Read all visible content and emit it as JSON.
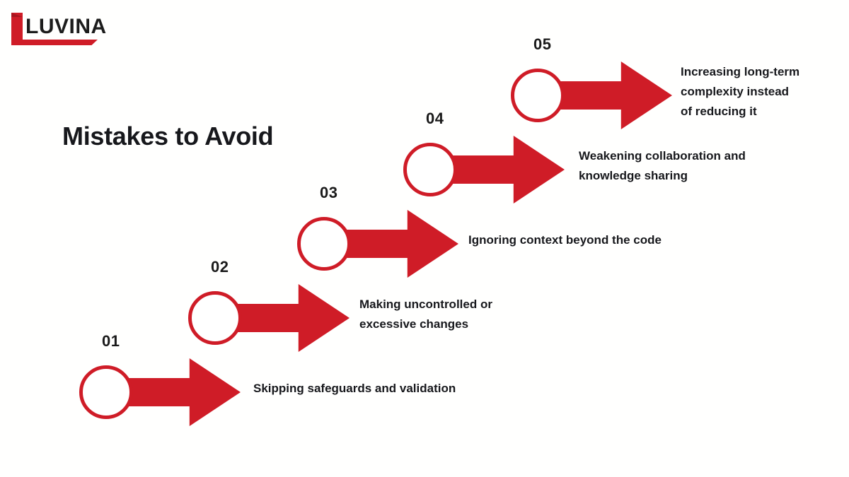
{
  "brand": {
    "name": "LUVINA",
    "accent_color": "#cf1c27"
  },
  "title": "Mistakes to Avoid",
  "steps": [
    {
      "number": "01",
      "text": "Skipping safeguards and validation"
    },
    {
      "number": "02",
      "text": "Making uncontrolled or\nexcessive changes"
    },
    {
      "number": "03",
      "text": "Ignoring context beyond the code"
    },
    {
      "number": "04",
      "text": "Weakening collaboration and\nknowledge sharing"
    },
    {
      "number": "05",
      "text": "Increasing long-term\ncomplexity instead\nof reducing it"
    }
  ]
}
